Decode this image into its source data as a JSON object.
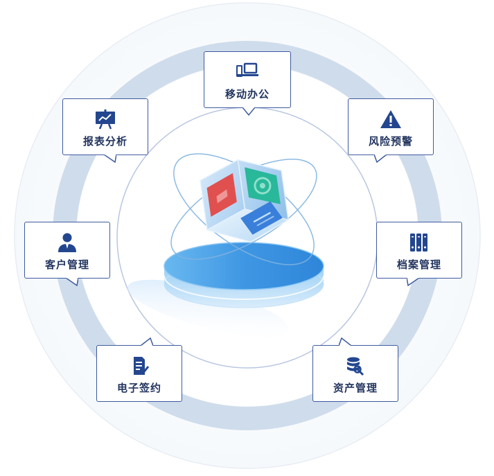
{
  "diagram": {
    "colors": {
      "ring": "#cfdcec",
      "ring_outline": "#e4eaf2",
      "inner_circle": "#aab8d8",
      "card_border": "#3d5a9e",
      "icon": "#23468f",
      "label": "#23355f",
      "platform_top": "#4aa3ea",
      "platform_side": "#8cc8f2",
      "cube_red": "#e0504f",
      "cube_green": "#29b89a",
      "cube_blue": "#3a7fd9"
    },
    "modules": [
      {
        "id": "mobile-office",
        "label": "移动办公",
        "icon": "devices-icon"
      },
      {
        "id": "risk-warning",
        "label": "风险预警",
        "icon": "warning-icon"
      },
      {
        "id": "archive-management",
        "label": "档案管理",
        "icon": "binders-icon"
      },
      {
        "id": "asset-management",
        "label": "资产管理",
        "icon": "database-wrench-icon"
      },
      {
        "id": "e-signature",
        "label": "电子签约",
        "icon": "document-pen-icon"
      },
      {
        "id": "customer-management",
        "label": "客户管理",
        "icon": "user-icon"
      },
      {
        "id": "report-analysis",
        "label": "报表分析",
        "icon": "presentation-chart-icon"
      }
    ]
  }
}
